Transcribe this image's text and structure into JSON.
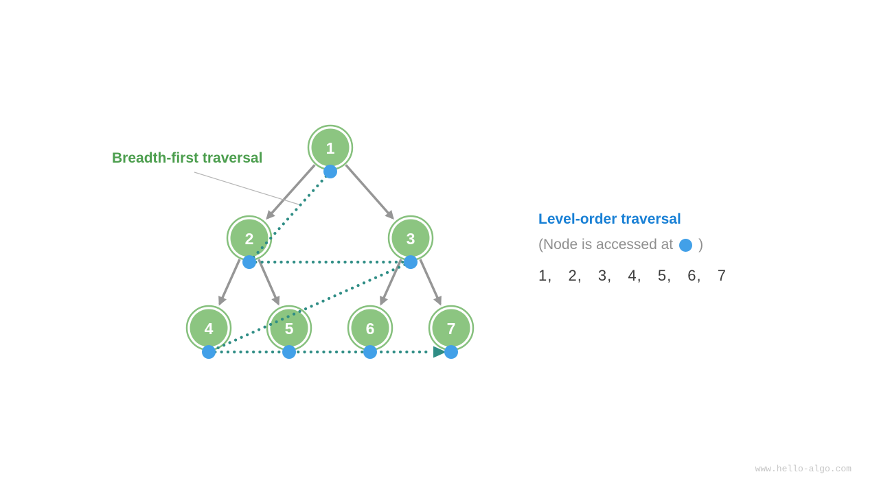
{
  "labels": {
    "left_title": "Breadth-first traversal",
    "panel_title": "Level-order traversal",
    "note_prefix": "(Node is accessed at",
    "note_suffix": ")",
    "sequence": "1, 2, 3, 4, 5, 6, 7",
    "watermark": "www.hello-algo.com"
  },
  "tree": {
    "nodes": [
      {
        "id": 1,
        "label": "1"
      },
      {
        "id": 2,
        "label": "2"
      },
      {
        "id": 3,
        "label": "3"
      },
      {
        "id": 4,
        "label": "4"
      },
      {
        "id": 5,
        "label": "5"
      },
      {
        "id": 6,
        "label": "6"
      },
      {
        "id": 7,
        "label": "7"
      }
    ],
    "edges": [
      "1-2",
      "1-3",
      "2-4",
      "2-5",
      "3-6",
      "3-7"
    ],
    "traversal_order": [
      1,
      2,
      3,
      4,
      5,
      6,
      7
    ]
  },
  "colors": {
    "node_fill": "#8cc581",
    "node_ring": "#86c07d",
    "edge_gray": "#969696",
    "traversal_teal": "#2f8d85",
    "access_blue": "#42a0e8",
    "label_green": "#4c9e4e",
    "title_blue": "#1980d5",
    "note_gray": "#8f8f8f",
    "sequence_dark": "#3d3d3d",
    "pointer_line_gray": "#b5b5b5",
    "watermark_gray": "#c6c6c6"
  }
}
